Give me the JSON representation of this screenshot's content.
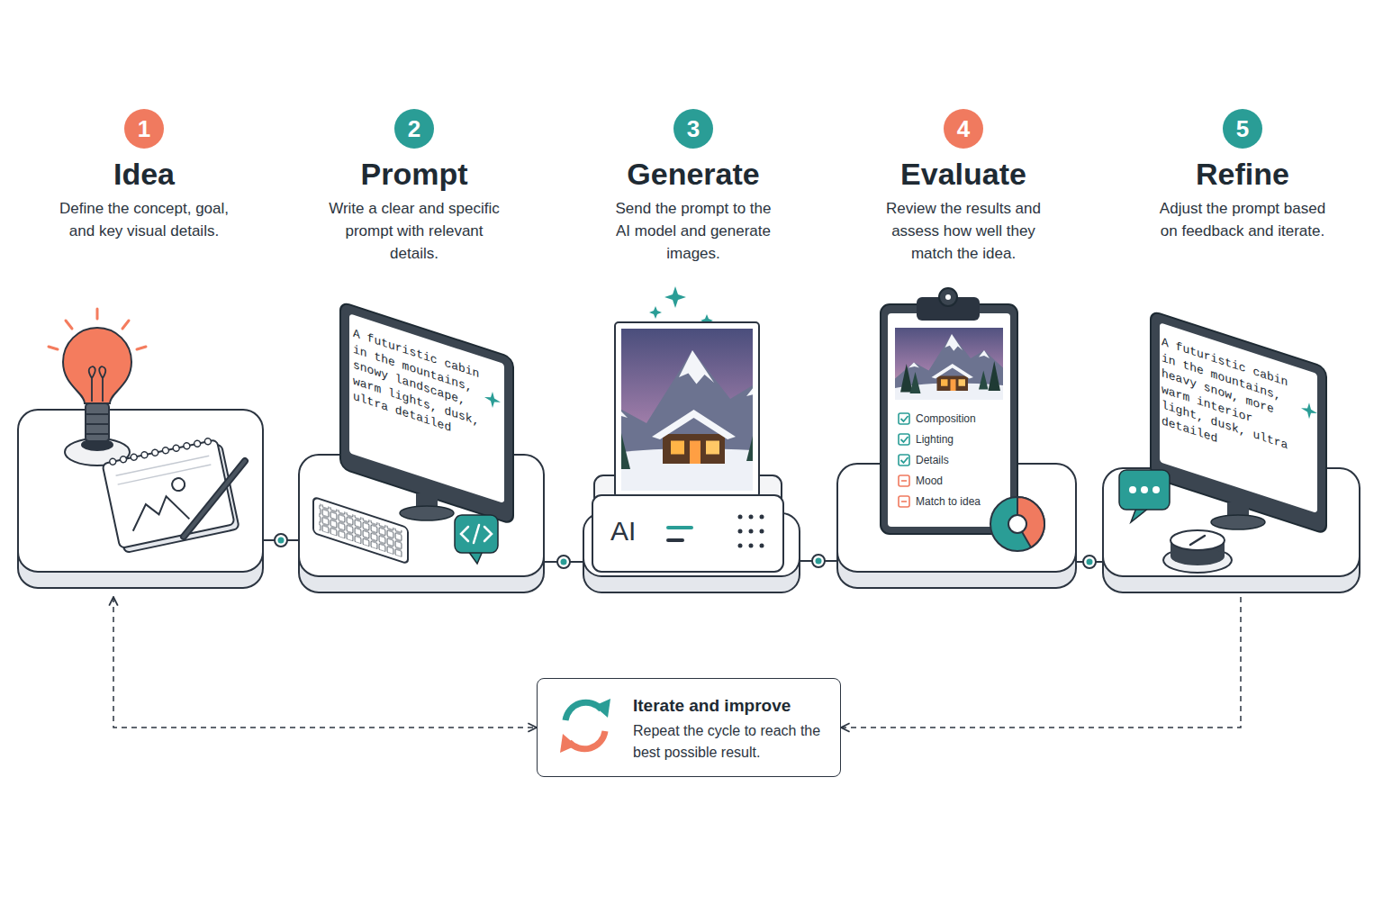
{
  "diagram": {
    "nodes": [
      {
        "text": [
          "Idea",
          "Define the concept, goal, and key visual details."
        ]
      },
      {
        "text": [
          "1"
        ],
        "in": 0
      },
      {
        "text": [
          "Prompt",
          "Write a clear and specific prompt with relevant details."
        ]
      },
      {
        "text": [
          "2"
        ],
        "in": 2
      },
      {
        "text": [
          "A futuristic cabin in the mountains, snowy landscape, warm lights, dusk, ultra detailed"
        ],
        "in": 2
      },
      {
        "text": [
          "Generate",
          "Send the prompt to the AI model and generate images."
        ]
      },
      {
        "text": [
          "3"
        ],
        "in": 5
      },
      {
        "text": [
          "Evaluate",
          "Review the results and assess how well they match the idea."
        ]
      },
      {
        "text": [
          "4"
        ],
        "in": 7
      },
      {
        "text": [
          "Refine",
          "Adjust the prompt based on feedback and iterate."
        ]
      },
      {
        "text": [
          "5"
        ],
        "in": 9
      },
      {
        "text": [
          "A futuristic cabin in the mountains, heavy snow, more warm interior light, dusk, ultra detailed"
        ],
        "in": 9
      },
      {
        "text": [
          "Iterate and improve",
          "Repeat the cycle to reach the best possible result."
        ]
      }
    ],
    "edges": [
      {
        "from": 0,
        "to": 2,
        "arrow": "none"
      },
      {
        "from": 2,
        "to": 5,
        "arrow": "none"
      },
      {
        "from": 5,
        "to": 7,
        "arrow": "none"
      },
      {
        "from": 7,
        "to": 9,
        "arrow": "none"
      },
      {
        "from": 0,
        "to": 12,
        "arrow": "both"
      },
      {
        "from": 9,
        "to": 12,
        "arrow": "to"
      }
    ],
    "labels": [
      "AI",
      "Composition",
      "Lighting",
      "Details",
      "Mood",
      "Match to idea"
    ]
  }
}
